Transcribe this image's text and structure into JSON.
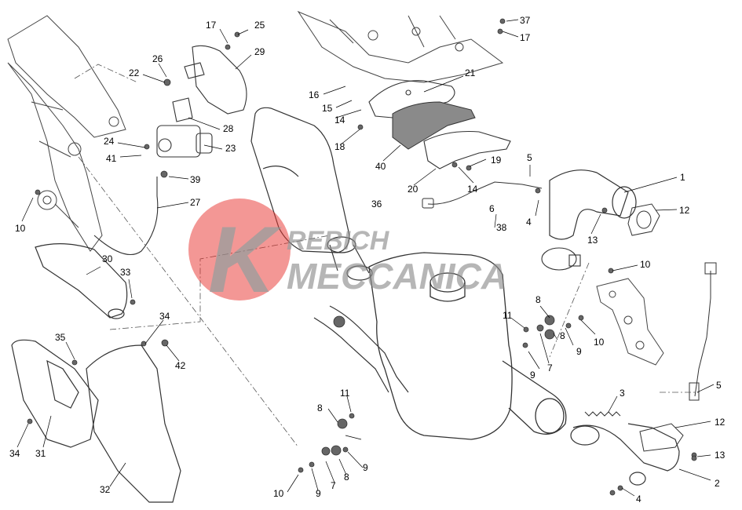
{
  "watermark": {
    "line1": "REBICH",
    "line2": "MECCANICA",
    "circle_color": "#e8332f",
    "text_color": "#8c8c8c",
    "logo_letter": "K"
  },
  "callouts": [
    {
      "id": "c-17a",
      "label": "17"
    },
    {
      "id": "c-25",
      "label": "25"
    },
    {
      "id": "c-29",
      "label": "29"
    },
    {
      "id": "c-26",
      "label": "26"
    },
    {
      "id": "c-22",
      "label": "22"
    },
    {
      "id": "c-28",
      "label": "28"
    },
    {
      "id": "c-24",
      "label": "24"
    },
    {
      "id": "c-23",
      "label": "23"
    },
    {
      "id": "c-41",
      "label": "41"
    },
    {
      "id": "c-39",
      "label": "39"
    },
    {
      "id": "c-27",
      "label": "27"
    },
    {
      "id": "c-10a",
      "label": "10"
    },
    {
      "id": "c-30",
      "label": "30"
    },
    {
      "id": "c-33",
      "label": "33"
    },
    {
      "id": "c-34a",
      "label": "34"
    },
    {
      "id": "c-35",
      "label": "35"
    },
    {
      "id": "c-42",
      "label": "42"
    },
    {
      "id": "c-34b",
      "label": "34"
    },
    {
      "id": "c-31",
      "label": "31"
    },
    {
      "id": "c-32",
      "label": "32"
    },
    {
      "id": "c-37",
      "label": "37"
    },
    {
      "id": "c-17b",
      "label": "17"
    },
    {
      "id": "c-16",
      "label": "16"
    },
    {
      "id": "c-15",
      "label": "15"
    },
    {
      "id": "c-14a",
      "label": "14"
    },
    {
      "id": "c-18",
      "label": "18"
    },
    {
      "id": "c-21",
      "label": "21"
    },
    {
      "id": "c-40",
      "label": "40"
    },
    {
      "id": "c-19",
      "label": "19"
    },
    {
      "id": "c-14b",
      "label": "14"
    },
    {
      "id": "c-20",
      "label": "20"
    },
    {
      "id": "c-5a",
      "label": "5"
    },
    {
      "id": "c-1",
      "label": "1"
    },
    {
      "id": "c-12a",
      "label": "12"
    },
    {
      "id": "c-4a",
      "label": "4"
    },
    {
      "id": "c-13a",
      "label": "13"
    },
    {
      "id": "c-36",
      "label": "36"
    },
    {
      "id": "c-6",
      "label": "6"
    },
    {
      "id": "c-38",
      "label": "38"
    },
    {
      "id": "c-10b",
      "label": "10"
    },
    {
      "id": "c-8a",
      "label": "8"
    },
    {
      "id": "c-11a",
      "label": "11"
    },
    {
      "id": "c-10c",
      "label": "10"
    },
    {
      "id": "c-9a",
      "label": "9"
    },
    {
      "id": "c-8b",
      "label": "8"
    },
    {
      "id": "c-9b",
      "label": "9"
    },
    {
      "id": "c-7a",
      "label": "7"
    },
    {
      "id": "c-5b",
      "label": "5"
    },
    {
      "id": "c-3",
      "label": "3"
    },
    {
      "id": "c-12b",
      "label": "12"
    },
    {
      "id": "c-13b",
      "label": "13"
    },
    {
      "id": "c-2",
      "label": "2"
    },
    {
      "id": "c-4b",
      "label": "4"
    },
    {
      "id": "c-11b",
      "label": "11"
    },
    {
      "id": "c-8c",
      "label": "8"
    },
    {
      "id": "c-9c",
      "label": "9"
    },
    {
      "id": "c-8d",
      "label": "8"
    },
    {
      "id": "c-7b",
      "label": "7"
    },
    {
      "id": "c-9d",
      "label": "9"
    },
    {
      "id": "c-10d",
      "label": "10"
    }
  ]
}
